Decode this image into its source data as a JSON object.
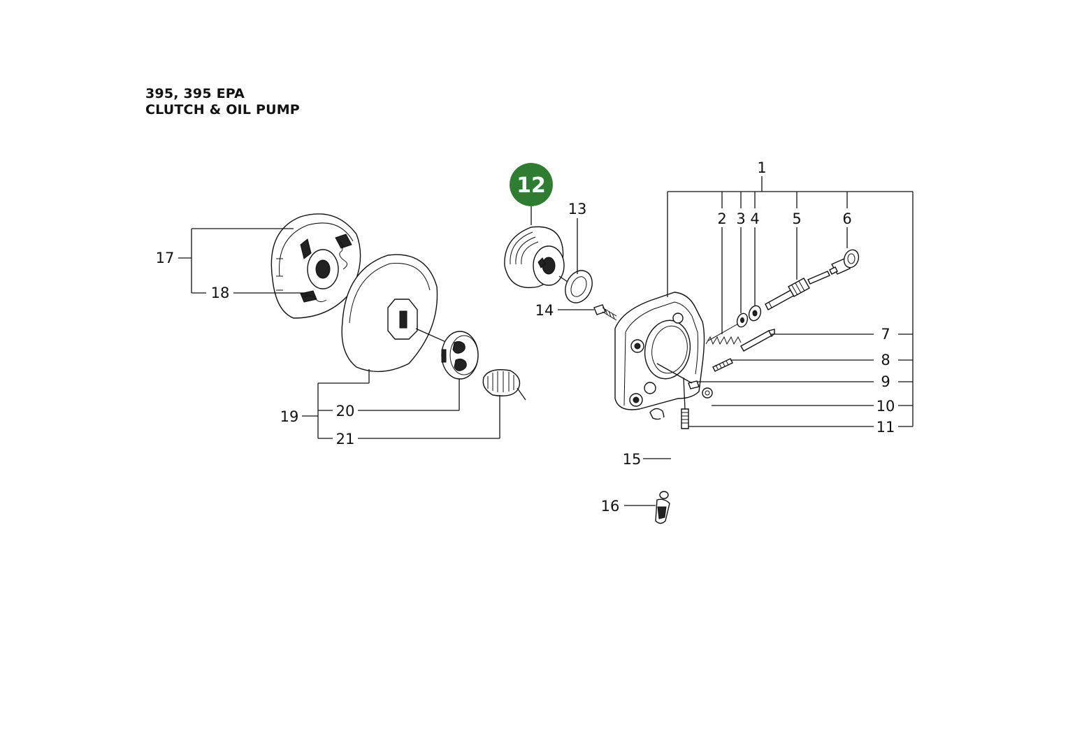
{
  "header": {
    "model": "395, 395 EPA",
    "section": "CLUTCH & OIL PUMP"
  },
  "highlight": {
    "number": "12",
    "color": "#2e7d32"
  },
  "callouts": {
    "c1": "1",
    "c2": "2",
    "c3": "3",
    "c4": "4",
    "c5": "5",
    "c6": "6",
    "c7": "7",
    "c8": "8",
    "c9": "9",
    "c10": "10",
    "c11": "11",
    "c13": "13",
    "c14": "14",
    "c15": "15",
    "c16": "16",
    "c17": "17",
    "c18": "18",
    "c19": "19",
    "c20": "20",
    "c21": "21"
  }
}
